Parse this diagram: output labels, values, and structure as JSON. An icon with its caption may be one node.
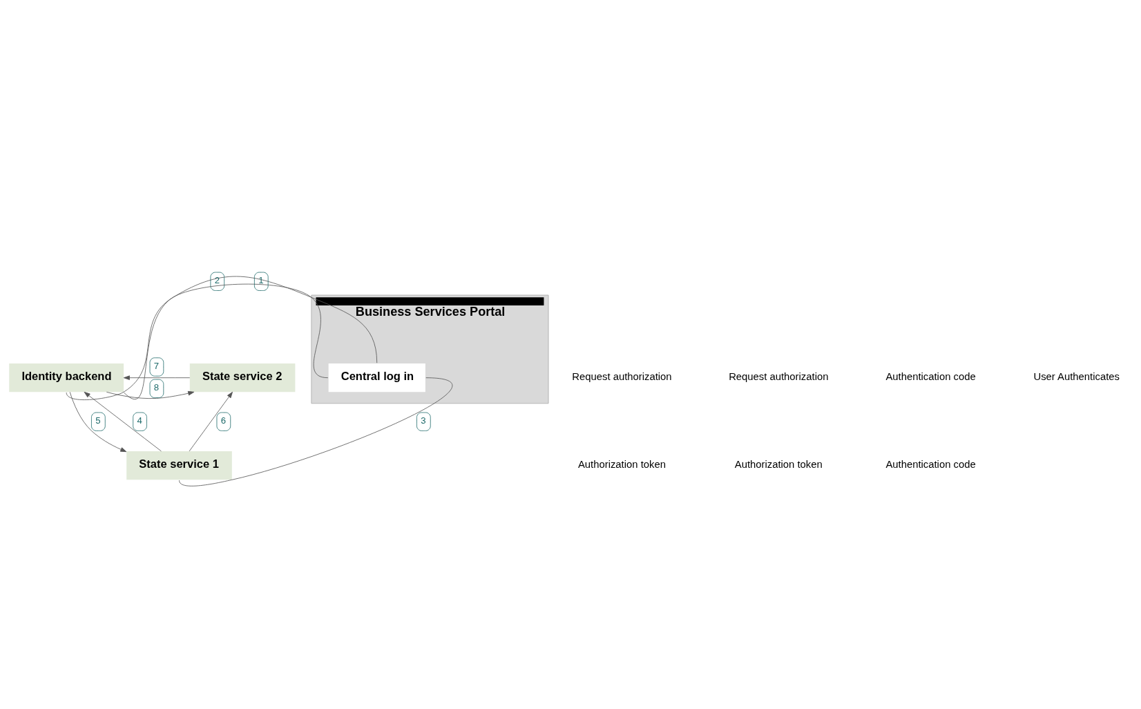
{
  "diagram": {
    "nodes": [
      {
        "text": [
          "Identity backend"
        ]
      },
      {
        "text": [
          "State service 2"
        ]
      },
      {
        "text": [
          "State service 1"
        ]
      },
      {
        "text": [
          "Business Services Portal"
        ]
      },
      {
        "text": [
          "Central log in"
        ],
        "in": 3
      }
    ],
    "edges": [
      {
        "from": 4,
        "to": 0,
        "arrow": "none",
        "label": "1"
      },
      {
        "from": 0,
        "to": 4,
        "arrow": "none",
        "label": "2"
      },
      {
        "from": 4,
        "to": 2,
        "arrow": "none",
        "label": "3"
      },
      {
        "from": 2,
        "to": 0,
        "arrow": "to",
        "label": "4"
      },
      {
        "from": 0,
        "to": 2,
        "arrow": "to",
        "label": "5"
      },
      {
        "from": 2,
        "to": 1,
        "arrow": "to",
        "label": "6"
      },
      {
        "from": 1,
        "to": 0,
        "arrow": "to",
        "label": "7"
      },
      {
        "from": 0,
        "to": 1,
        "arrow": "to",
        "label": "8"
      }
    ],
    "labels": [
      "Request authorization",
      "Authorization token",
      "Request authorization",
      "Authorization token",
      "Authentication code",
      "Authentication code",
      "User Authenticates"
    ]
  }
}
